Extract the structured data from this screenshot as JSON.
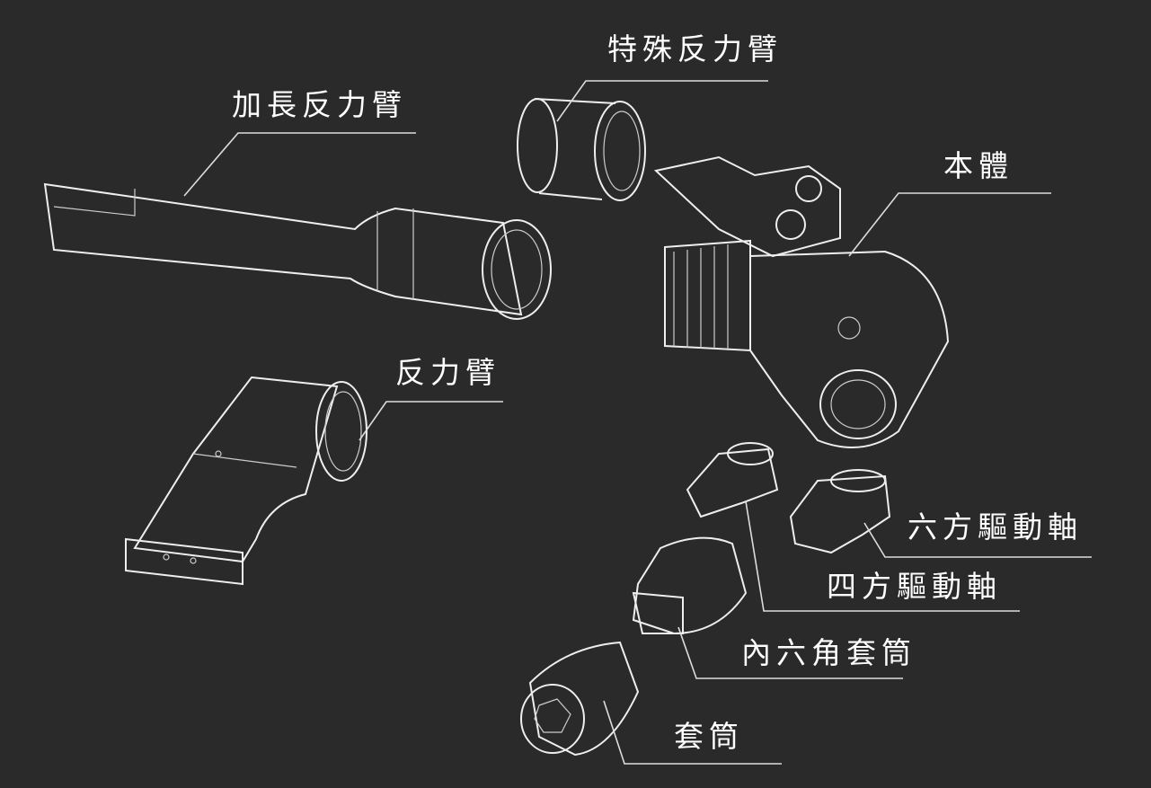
{
  "labels": {
    "special_reaction_arm": "特殊反力臂",
    "extended_reaction_arm": "加長反力臂",
    "body": "本體",
    "reaction_arm": "反力臂",
    "hex_drive_shaft": "六方驅動軸",
    "square_drive_shaft": "四方驅動軸",
    "hex_socket": "內六角套筒",
    "socket": "套筒"
  }
}
